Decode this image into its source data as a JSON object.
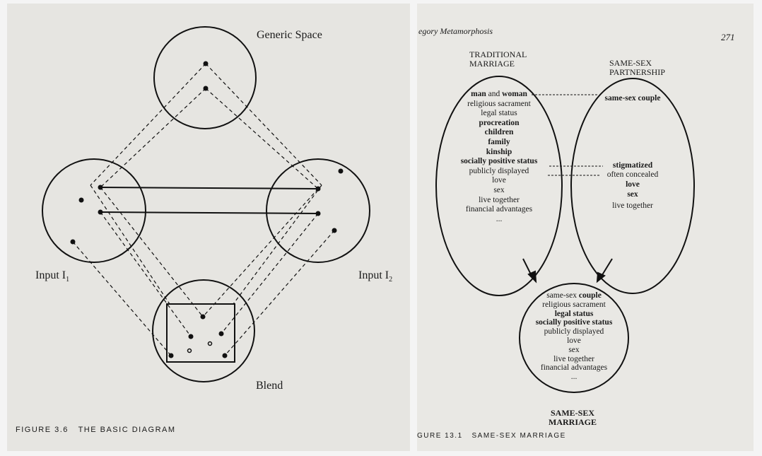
{
  "left_page": {
    "labels": {
      "generic": "Generic Space",
      "input1": "Input I",
      "input1_sub": "1",
      "input2": "Input I",
      "input2_sub": "2",
      "blend": "Blend"
    },
    "caption": {
      "figure": "FIGURE 3.6",
      "title": "The Basic Diagram"
    }
  },
  "right_page": {
    "running_head": "egory Metamorphosis",
    "page_number": "271",
    "traditional_title": [
      "TRADITIONAL",
      "MARRIAGE"
    ],
    "samesex_title": [
      "SAME-SEX",
      "PARTNERSHIP"
    ],
    "traditional_items": [
      [
        {
          "t": "man",
          "b": true
        },
        {
          "t": " and "
        },
        {
          "t": "woman",
          "b": true
        }
      ],
      [
        {
          "t": "religious sacrament"
        }
      ],
      [
        {
          "t": "legal status"
        }
      ],
      [
        {
          "t": "procreation",
          "b": true
        }
      ],
      [
        {
          "t": "children",
          "b": true
        }
      ],
      [
        {
          "t": "family",
          "b": true
        }
      ],
      [
        {
          "t": "kinship",
          "b": true
        }
      ],
      [
        {
          "t": "socially positive status",
          "b": true
        }
      ],
      [
        {
          "t": "publicly displayed"
        }
      ],
      [
        {
          "t": "love"
        }
      ],
      [
        {
          "t": "sex"
        }
      ],
      [
        {
          "t": "live together"
        }
      ],
      [
        {
          "t": "financial advantages"
        }
      ],
      [
        {
          "t": "..."
        }
      ]
    ],
    "samesex_items": [
      [
        {
          "t": "same-sex couple",
          "b": true
        }
      ],
      [
        {
          "t": "stigmatized",
          "b": true
        }
      ],
      [
        {
          "t": "often concealed"
        }
      ],
      [
        {
          "t": "love",
          "b": true
        }
      ],
      [
        {
          "t": "sex",
          "b": true
        }
      ],
      [
        {
          "t": "live together"
        }
      ]
    ],
    "blend_items": [
      [
        {
          "t": "same-sex "
        },
        {
          "t": "couple",
          "b": true
        }
      ],
      [
        {
          "t": "religious sacrament"
        }
      ],
      [
        {
          "t": "legal status",
          "b": true
        }
      ],
      [
        {
          "t": "socially positive status",
          "b": true
        }
      ],
      [
        {
          "t": "publicly displayed"
        }
      ],
      [
        {
          "t": "love"
        }
      ],
      [
        {
          "t": "sex"
        }
      ],
      [
        {
          "t": "live together"
        }
      ],
      [
        {
          "t": "financial advantages"
        }
      ],
      [
        {
          "t": "..."
        }
      ]
    ],
    "blend_title": [
      "SAME-SEX",
      "MARRIAGE"
    ],
    "caption": {
      "figure": "GURE 13.1",
      "title": "Same-Sex Marriage"
    }
  }
}
